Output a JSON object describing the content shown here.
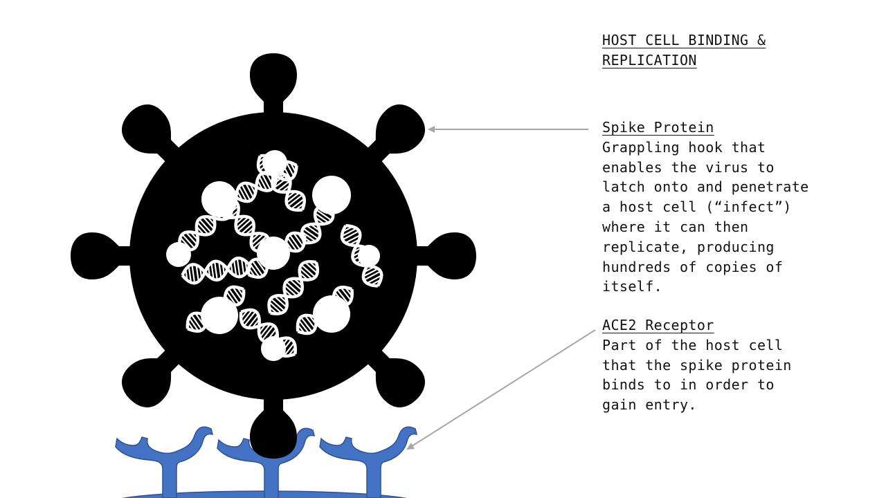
{
  "title": {
    "line1": "HOST CELL BINDING &",
    "line2": "REPLICATION"
  },
  "spike_protein": {
    "heading": "Spike Protein",
    "description_lines": [
      "Grappling hook that",
      "enables the virus to",
      "latch onto and penetrate",
      "a host cell (“infect”)",
      "where it can then",
      "replicate, producing",
      "hundreds of copies of",
      "itself."
    ]
  },
  "ace2_receptor": {
    "heading": "ACE2 Receptor",
    "description_lines": [
      "Part of the host cell",
      "that the spike protein",
      "binds to in order to",
      "gain entry."
    ]
  },
  "colors": {
    "virus": "#000000",
    "rna_strands": "#ffffff",
    "receptor_and_cell": "#4472c4",
    "callout_lines": "#a6a6a6"
  }
}
